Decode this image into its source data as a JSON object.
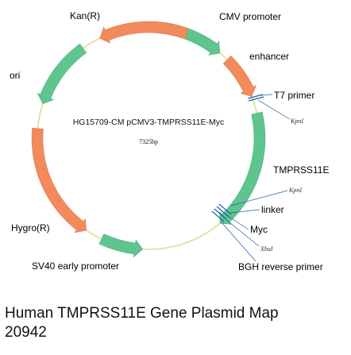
{
  "plasmid": {
    "name": "HG15709-CM pCMV3-TMPRSS11E-Myc",
    "size": "7325bp"
  },
  "features": [
    {
      "id": "cmv",
      "label": "CMV promoter",
      "color": "#5fc48e",
      "direction": "cw"
    },
    {
      "id": "enhancer",
      "label": "enhancer",
      "color": "#f28a5c",
      "direction": "cw"
    },
    {
      "id": "tmprss",
      "label": "TMPRSS11E",
      "color": "#5fc48e",
      "direction": "cw"
    },
    {
      "id": "sv40",
      "label": "SV40 early promoter",
      "color": "#5fc48e",
      "direction": "ccw"
    },
    {
      "id": "hygro",
      "label": "Hygro(R)",
      "color": "#f28a5c",
      "direction": "ccw"
    },
    {
      "id": "ori",
      "label": "ori",
      "color": "#5fc48e",
      "direction": "ccw"
    },
    {
      "id": "kan",
      "label": "Kan(R)",
      "color": "#f28a5c",
      "direction": "ccw"
    }
  ],
  "markers": {
    "t7": "T7 primer",
    "kpn1": "KpnI",
    "kpn2": "KpnI",
    "linker": "linker",
    "myc": "Myc",
    "xba": "XbaI",
    "bgh": "BGH reverse primer"
  },
  "caption": {
    "line1": "Human TMPRSS11E Gene Plasmid Map",
    "line2": "20942"
  },
  "colors": {
    "backbone": "#e6e2a6",
    "marker": "#1f5fa8",
    "green": "#5fc48e",
    "orange": "#f28a5c"
  }
}
